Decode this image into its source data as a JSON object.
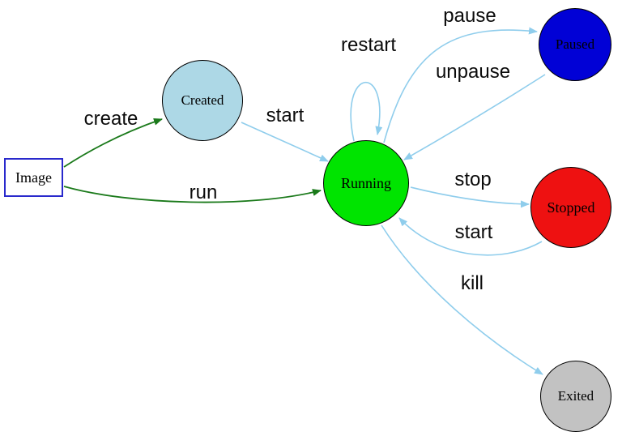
{
  "diagram": {
    "type": "state-diagram",
    "background": "#ffffff",
    "nodes": [
      {
        "id": "image",
        "label": "Image",
        "shape": "rect",
        "fill": "#ffffff",
        "stroke": "#2929cc"
      },
      {
        "id": "created",
        "label": "Created",
        "shape": "circle",
        "fill": "#add8e6",
        "stroke": "#000000"
      },
      {
        "id": "running",
        "label": "Running",
        "shape": "circle",
        "fill": "#00e400",
        "stroke": "#000000"
      },
      {
        "id": "paused",
        "label": "Paused",
        "shape": "circle",
        "fill": "#0101d6",
        "stroke": "#000000"
      },
      {
        "id": "stopped",
        "label": "Stopped",
        "shape": "circle",
        "fill": "#ee1111",
        "stroke": "#000000"
      },
      {
        "id": "exited",
        "label": "Exited",
        "shape": "circle",
        "fill": "#c2c2c2",
        "stroke": "#000000"
      }
    ],
    "edges": [
      {
        "label": "create",
        "from": "image",
        "to": "created",
        "color": "#1b7a1b"
      },
      {
        "label": "run",
        "from": "image",
        "to": "running",
        "color": "#1b7a1b"
      },
      {
        "label": "start",
        "from": "created",
        "to": "running",
        "color": "#8fcdec"
      },
      {
        "label": "restart",
        "from": "running",
        "to": "running",
        "color": "#8fcdec"
      },
      {
        "label": "pause",
        "from": "running",
        "to": "paused",
        "color": "#8fcdec"
      },
      {
        "label": "unpause",
        "from": "paused",
        "to": "running",
        "color": "#8fcdec"
      },
      {
        "label": "stop",
        "from": "running",
        "to": "stopped",
        "color": "#8fcdec"
      },
      {
        "label": "start",
        "from": "stopped",
        "to": "running",
        "color": "#8fcdec"
      },
      {
        "label": "kill",
        "from": "running",
        "to": "exited",
        "color": "#8fcdec"
      }
    ],
    "colors": {
      "edge_blue": "#8fcdec",
      "edge_green": "#1b7a1b",
      "label_text": "#0b0b0b"
    }
  }
}
